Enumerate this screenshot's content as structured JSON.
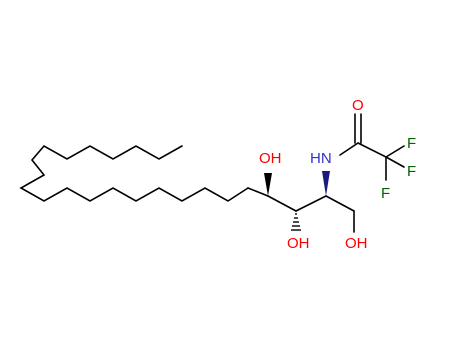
{
  "molecule": {
    "atom_labels": {
      "hydroxyl_c4": "OH",
      "hydroxyl_c3": "OH",
      "hydroxyl_c1": "OH",
      "amide_nitrogen": "HN",
      "carbonyl_oxygen": "O",
      "fluorine_1": "F",
      "fluorine_2": "F",
      "fluorine_3": "F"
    },
    "colors": {
      "bond": "#000000",
      "carbon_label": "#000000",
      "oxygen": "#ff0000",
      "nitrogen": "#3333cc",
      "fluorine": "#006400",
      "wedge_to_oxygen": "#000000",
      "wedge_to_nitrogen": "#1a1a80"
    }
  }
}
